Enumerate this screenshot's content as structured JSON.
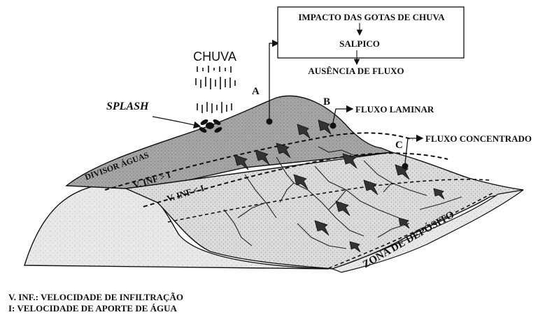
{
  "box": {
    "line1": "IMPACTO DAS GOTAS DE CHUVA",
    "line2": "SALPICO",
    "line3": "AUSÊNCIA DE FLUXO"
  },
  "labels": {
    "chuva": "CHUVA",
    "splash": "SPLASH",
    "point_a": "A",
    "point_b": "B",
    "point_c": "C",
    "fluxo_laminar": "FLUXO LAMINAR",
    "fluxo_concentrado": "FLUXO CONCENTRADO",
    "divisor_aguas": "DIVISOR ÁGUAS",
    "v_inf_greater": "V. INF > I",
    "v_inf_less": "V. INF < I",
    "zona_deposito": "ZONA DE DEPÓSITO"
  },
  "legend": {
    "line1": "V. INF.: VELOCIDADE DE INFILTRAÇÃO",
    "line2": "I: VELOCIDADE DE APORTE DE ÁGUA"
  },
  "colors": {
    "hill_top": "#a9a9a9",
    "hill_slope": "#d6d6d6",
    "hill_side": "#e4e4e4",
    "ink": "#111111"
  }
}
